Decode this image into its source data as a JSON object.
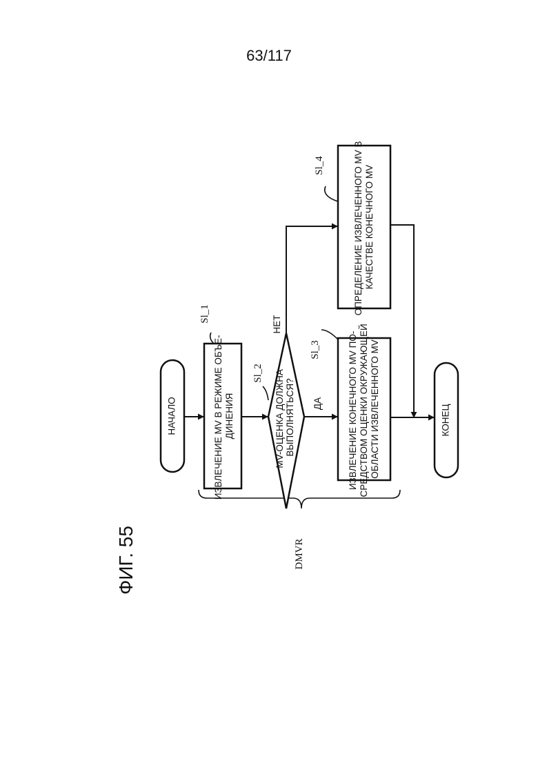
{
  "page_number": "63/117",
  "figure_label": "ФИГ. 55",
  "group_label": "DMVR",
  "terminals": {
    "start": "НАЧАЛО",
    "end": "КОНЕЦ"
  },
  "steps": {
    "s1": {
      "ref": "Sl_1",
      "lines": [
        "ИЗВЛЕЧЕНИЕ MV В РЕЖИМЕ ОБЪЕ-",
        "ДИНЕНИЯ"
      ]
    },
    "s2": {
      "ref": "Sl_2",
      "lines": [
        "MV-ОЦЕНКА ДОЛЖНА",
        "ВЫПОЛНЯТЬСЯ?"
      ],
      "yes": "ДА",
      "no": "НЕТ"
    },
    "s3": {
      "ref": "Sl_3",
      "lines": [
        "ИЗВЛЕЧЕНИЕ КОНЕЧНОГО MV ПО-",
        "СРЕДСТВОМ ОЦЕНКИ ОКРУЖАЮЩЕЙ",
        "ОБЛАСТИ ИЗВЛЕЧЕННОГО MV"
      ]
    },
    "s4": {
      "ref": "Sl_4",
      "lines": [
        "ОПРЕДЕЛЕНИЕ ИЗВЛЕЧЕННОГО MV В",
        "КАЧЕСТВЕ КОНЕЧНОГО MV"
      ]
    }
  }
}
